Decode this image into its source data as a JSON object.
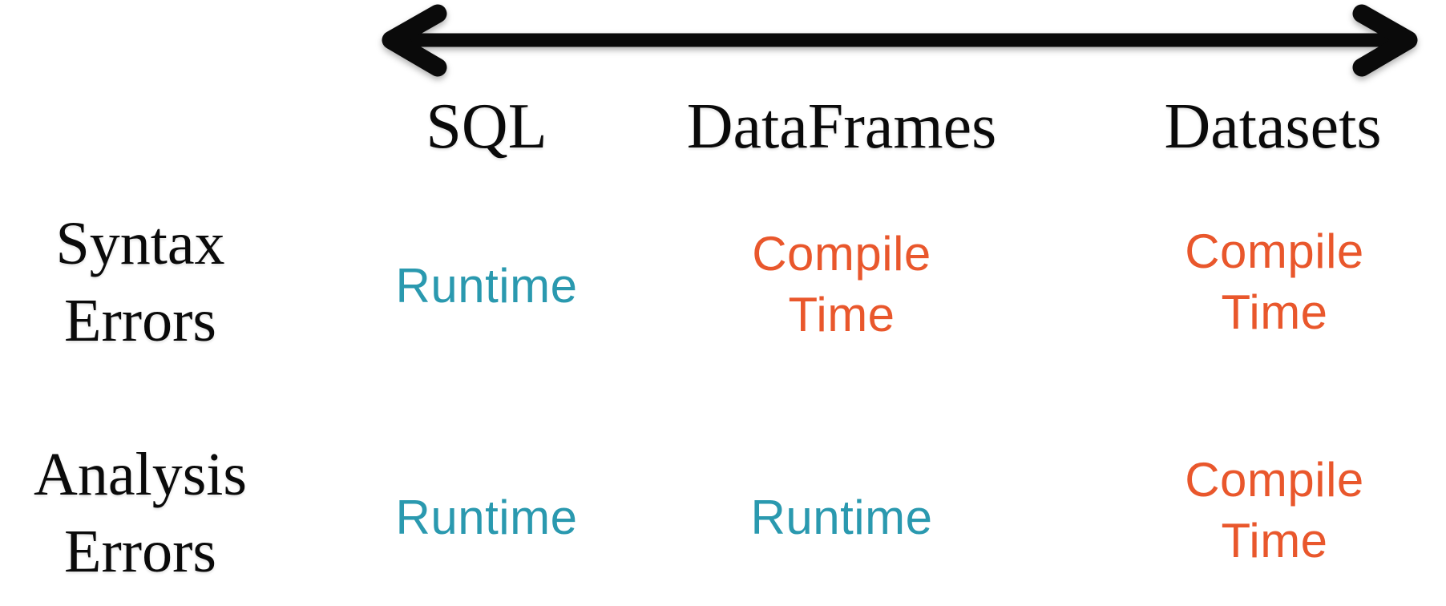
{
  "diagram": {
    "description": "comparison matrix of error detection timing across Spark APIs",
    "columns": [
      "SQL",
      "DataFrames",
      "Datasets"
    ],
    "rows": [
      "Syntax Errors",
      "Analysis Errors"
    ],
    "cells": [
      [
        "Runtime",
        "Compile Time",
        "Compile Time"
      ],
      [
        "Runtime",
        "Runtime",
        "Compile Time"
      ]
    ],
    "cell_kinds": [
      [
        "runtime",
        "compile",
        "compile"
      ],
      [
        "runtime",
        "runtime",
        "compile"
      ]
    ]
  },
  "colors": {
    "runtime": "#2A99AF",
    "compile": "#E9572C",
    "heading": "#0A0A0A",
    "arrow": "#0A0A0A",
    "background": "#FFFFFF"
  }
}
